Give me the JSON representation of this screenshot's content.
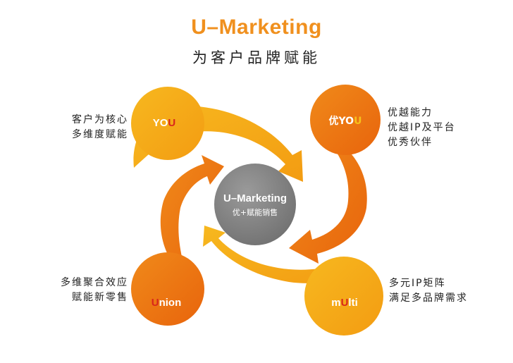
{
  "header": {
    "title": "U–Marketing",
    "subtitle": "为客户品牌赋能"
  },
  "center": {
    "title": "U–Marketing",
    "subtitle": "优+赋能销售"
  },
  "nodes": {
    "you": {
      "prefix": "YO",
      "highlight": "U",
      "suffix": ""
    },
    "youyou": {
      "prefix": "优YO",
      "highlight": "U",
      "suffix": ""
    },
    "union": {
      "prefix": "",
      "highlight": "U",
      "suffix": "nion"
    },
    "multi": {
      "prefix": "m",
      "highlight": "U",
      "suffix": "lti"
    }
  },
  "descriptions": {
    "top_left": [
      "客户为核心",
      "多维度赋能"
    ],
    "top_right": [
      "优越能力",
      "优越IP及平台",
      "优秀伙伴"
    ],
    "bottom_left": [
      "多维聚合效应",
      "赋能新零售"
    ],
    "bottom_right": [
      "多元IP矩阵",
      "满足多品牌需求"
    ]
  },
  "colors": {
    "title": "#f0901e",
    "yellow": "#f6b21b",
    "orange": "#ee7d15",
    "deep_orange": "#e8640c",
    "center_gray": "#7c7c7c",
    "highlight_red": "#d8261c"
  }
}
